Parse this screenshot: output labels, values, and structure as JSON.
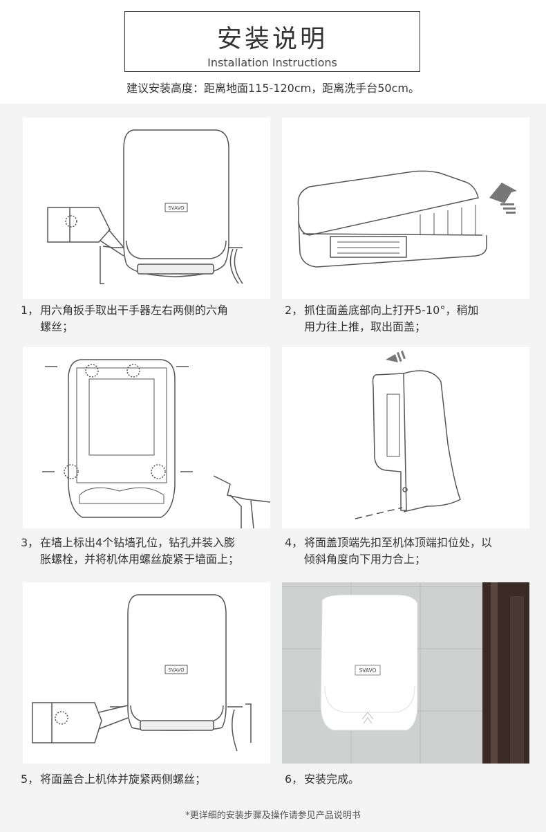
{
  "header": {
    "title_cn": "安装说明",
    "title_en": "Installation Instructions",
    "subtitle": "建议安装高度：距离地面115-120cm，距离洗手台50cm。"
  },
  "brand_label": "SVAVO",
  "steps": [
    {
      "num": "1，",
      "line1": "用六角扳手取出干手器左右两侧的六角",
      "line2": "螺丝；"
    },
    {
      "num": "2，",
      "line1": "抓住面盖底部向上打开5-10°，稍加",
      "line2": "用力往上推，取出面盖；"
    },
    {
      "num": "3，",
      "line1": "在墙上标出4个钻墙孔位，钻孔并装入膨",
      "line2": "胀螺栓，并将机体用螺丝旋紧于墙面上；"
    },
    {
      "num": "4，",
      "line1": "将面盖顶端先扣至机体顶端扣位处，以",
      "line2": "倾斜角度向下用力合上；"
    },
    {
      "num": "5，",
      "line1": "将面盖合上机体并旋紧两侧螺丝；",
      "line2": ""
    },
    {
      "num": "6，",
      "line1": "安装完成。",
      "line2": ""
    }
  ],
  "footnote": "*更详细的安装步骤及操作请参见产品说明书",
  "colors": {
    "page_bg": "#f4f4f4",
    "panel_bg": "#ffffff",
    "line": "#555555",
    "wall": "#cfd0d0",
    "door": "#3a2a26"
  }
}
